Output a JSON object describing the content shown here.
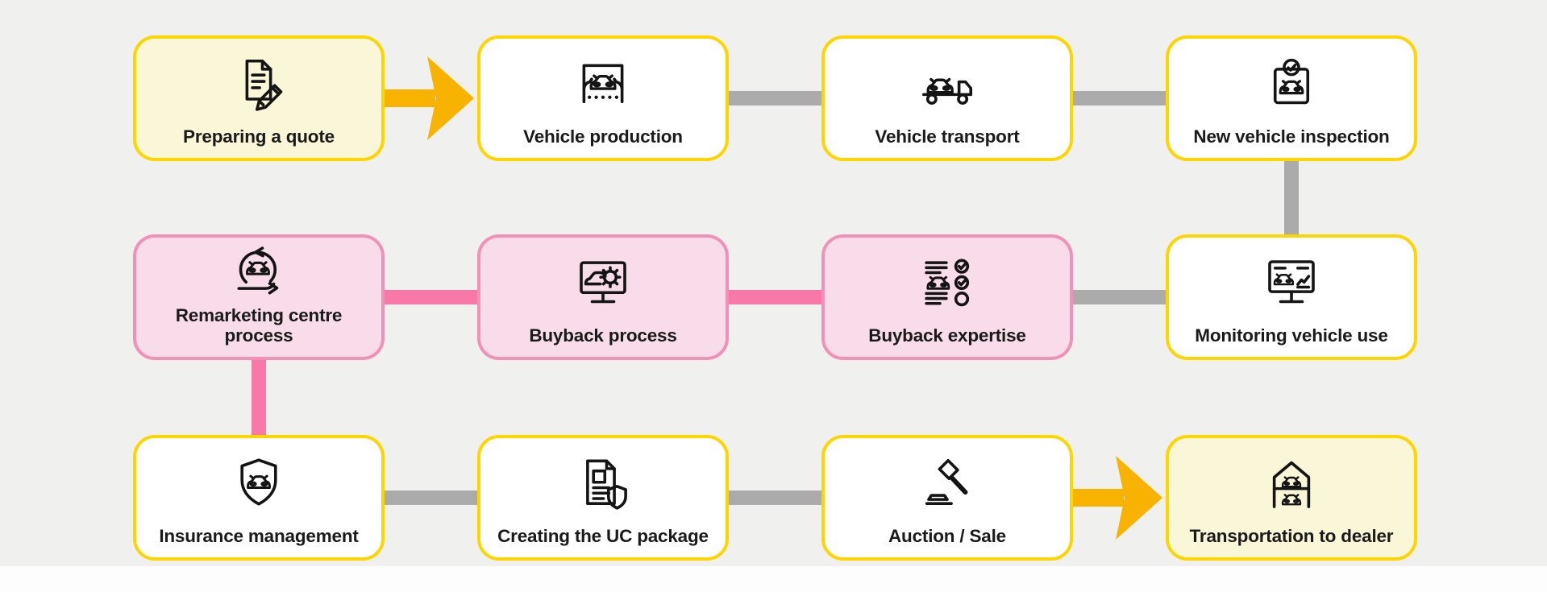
{
  "diagram": "Vehicle lifecycle process flow",
  "colors": {
    "background": "#f0f0ee",
    "yellow_border": "#ffd500",
    "yellow_fill": "#faf6d8",
    "white_fill": "#ffffff",
    "pink_border": "#f291b8",
    "pink_fill": "#f8dcea",
    "pink_connector": "#f878a8",
    "gray_connector": "#ababab",
    "arrow_yellow": "#f8b300",
    "text": "#1a1a1a"
  },
  "boxes": [
    {
      "label": "Preparing a quote",
      "icon": "document-pencil-icon",
      "variant": "yellow-filled"
    },
    {
      "label": "Vehicle production",
      "icon": "assembly-line-car-icon",
      "variant": "white"
    },
    {
      "label": "Vehicle transport",
      "icon": "car-carrier-truck-icon",
      "variant": "white"
    },
    {
      "label": "New vehicle inspection",
      "icon": "inspection-board-check-icon",
      "variant": "white"
    },
    {
      "label": "Remarketing centre process",
      "icon": "car-cycle-arrows-icon",
      "variant": "pink"
    },
    {
      "label": "Buyback process",
      "icon": "monitor-car-gear-icon",
      "variant": "pink"
    },
    {
      "label": "Buyback expertise",
      "icon": "car-checklist-icon",
      "variant": "pink"
    },
    {
      "label": "Monitoring vehicle use",
      "icon": "monitor-car-chart-icon",
      "variant": "white"
    },
    {
      "label": "Insurance management",
      "icon": "shield-car-icon",
      "variant": "white"
    },
    {
      "label": "Creating the UC package",
      "icon": "document-shield-icon",
      "variant": "white"
    },
    {
      "label": "Auction / Sale",
      "icon": "gavel-icon",
      "variant": "white"
    },
    {
      "label": "Transportation to dealer",
      "icon": "dealer-garage-cars-icon",
      "variant": "yellow-filled"
    }
  ],
  "connectors": [
    {
      "from": "Preparing a quote",
      "to": "Vehicle production",
      "style": "yellow-arrow"
    },
    {
      "from": "Vehicle production",
      "to": "Vehicle transport",
      "style": "gray-bar"
    },
    {
      "from": "Vehicle transport",
      "to": "New vehicle inspection",
      "style": "gray-bar"
    },
    {
      "from": "New vehicle inspection",
      "to": "Monitoring vehicle use",
      "style": "gray-bar"
    },
    {
      "from": "Monitoring vehicle use",
      "to": "Buyback expertise",
      "style": "gray-bar"
    },
    {
      "from": "Buyback expertise",
      "to": "Buyback process",
      "style": "pink-bar"
    },
    {
      "from": "Buyback process",
      "to": "Remarketing centre process",
      "style": "pink-bar"
    },
    {
      "from": "Remarketing centre process",
      "to": "Insurance management",
      "style": "pink-bar"
    },
    {
      "from": "Insurance management",
      "to": "Creating the UC package",
      "style": "gray-bar"
    },
    {
      "from": "Creating the UC package",
      "to": "Auction / Sale",
      "style": "gray-bar"
    },
    {
      "from": "Auction / Sale",
      "to": "Transportation to dealer",
      "style": "yellow-arrow"
    }
  ]
}
